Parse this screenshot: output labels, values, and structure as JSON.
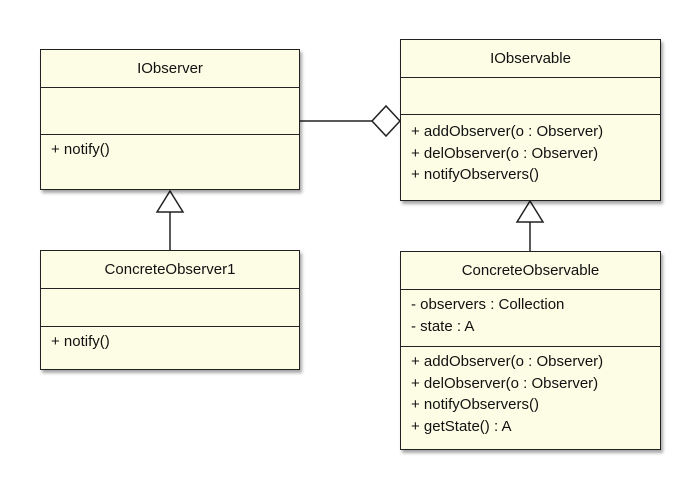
{
  "classes": {
    "iobserver": {
      "name": "IObserver",
      "attributes": [],
      "operations": [
        "+ notify()"
      ]
    },
    "iobservable": {
      "name": "IObservable",
      "attributes": [],
      "operations": [
        "+ addObserver(o : Observer)",
        "+ delObserver(o : Observer)",
        "+ notifyObservers()"
      ]
    },
    "concrete_observer": {
      "name": "ConcreteObserver1",
      "attributes": [],
      "operations": [
        "+ notify()"
      ]
    },
    "concrete_observable": {
      "name": "ConcreteObservable",
      "attributes": [
        "- observers : Collection",
        "- state : A"
      ],
      "operations": [
        "+ addObserver(o : Observer)",
        "+ delObserver(o : Observer)",
        "+ notifyObservers()",
        "+ getState() : A"
      ]
    }
  },
  "relations": [
    {
      "type": "aggregation",
      "whole": "iobservable",
      "part": "iobserver"
    },
    {
      "type": "generalization",
      "child": "concrete_observer",
      "parent": "iobserver"
    },
    {
      "type": "generalization",
      "child": "concrete_observable",
      "parent": "iobservable"
    }
  ],
  "colors": {
    "class_fill": "#fdfde6",
    "line": "#222222"
  }
}
